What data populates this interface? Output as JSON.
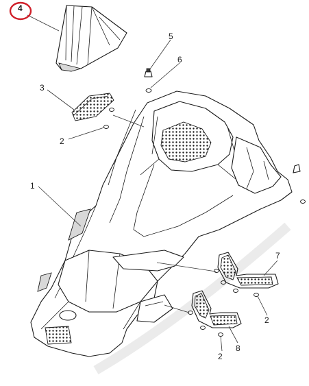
{
  "callouts": {
    "c1": "1",
    "c2a": "2",
    "c2b": "2",
    "c2c": "2",
    "c3": "3",
    "c4": "4",
    "c5": "5",
    "c6": "6",
    "c7": "7",
    "c8": "8"
  },
  "colors": {
    "highlight_circle": "#d0202a",
    "line": "#1a1a1a"
  }
}
